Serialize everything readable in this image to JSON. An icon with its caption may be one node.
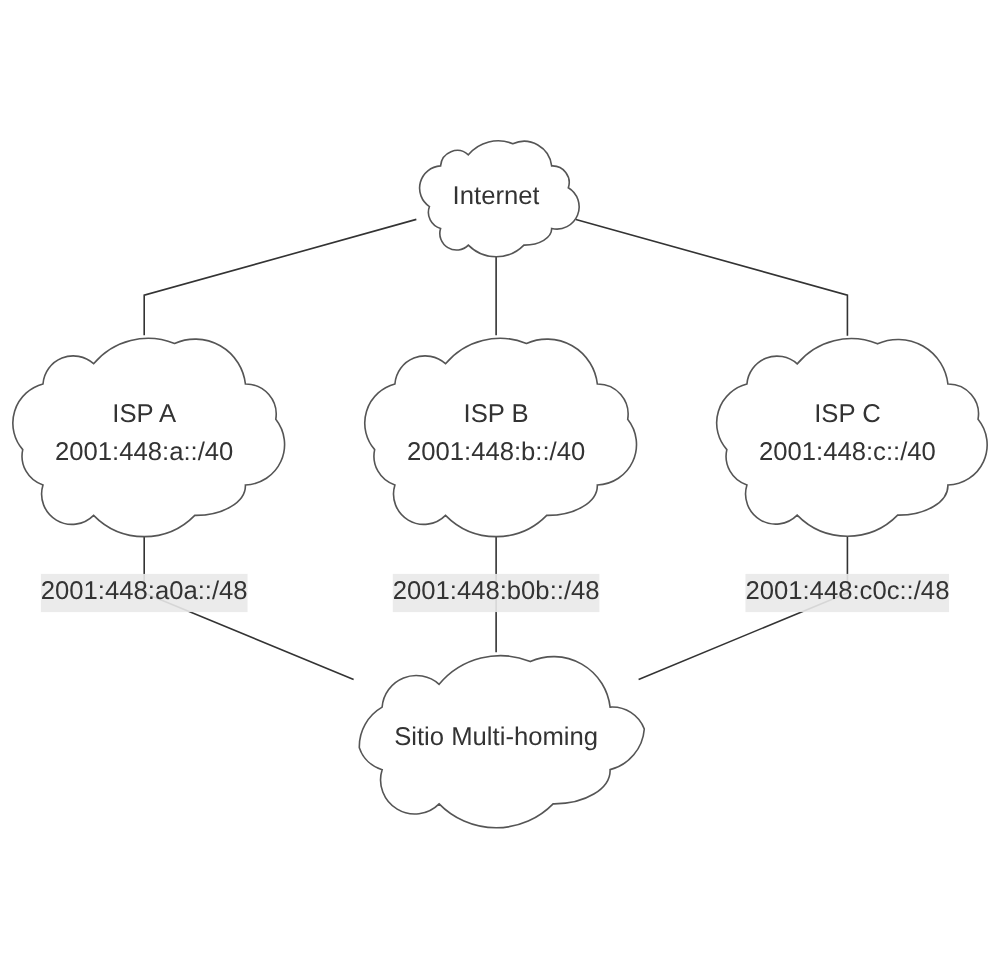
{
  "diagram": {
    "nodes": [
      {
        "text": [
          "Internet"
        ]
      },
      {
        "text": [
          "ISP A",
          "2001:448:a::/40"
        ]
      },
      {
        "text": [
          "ISP B",
          "2001:448:b::/40"
        ]
      },
      {
        "text": [
          "ISP C",
          "2001:448:c::/40"
        ]
      },
      {
        "text": [
          "Sitio Multi-homing"
        ]
      }
    ],
    "edges": [
      {
        "from": 0,
        "to": 1,
        "arrow": "none"
      },
      {
        "from": 0,
        "to": 2,
        "arrow": "none"
      },
      {
        "from": 0,
        "to": 3,
        "arrow": "none"
      },
      {
        "from": 1,
        "to": 4,
        "arrow": "none",
        "label": "2001:448:a0a::/48"
      },
      {
        "from": 2,
        "to": 4,
        "arrow": "none",
        "label": "2001:448:b0b::/48"
      },
      {
        "from": 3,
        "to": 4,
        "arrow": "none",
        "label": "2001:448:c0c::/48"
      }
    ]
  }
}
